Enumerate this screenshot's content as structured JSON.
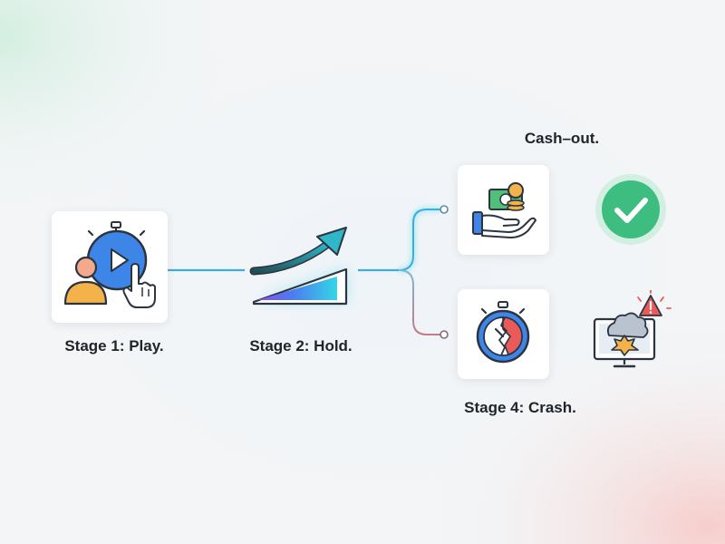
{
  "stages": {
    "play": {
      "label": "Stage 1: Play."
    },
    "hold": {
      "label": "Stage 2: Hold."
    },
    "cashout": {
      "label": "Cash–out."
    },
    "crash": {
      "label": "Stage 4: Crash."
    }
  },
  "colors": {
    "glow_cyan": "#27d3ee",
    "success_green": "#3dbd7f",
    "danger_red": "#ea5a58",
    "arrow_teal": "#2a7f88",
    "play_blue": "#3d86e8",
    "person_orange": "#f3b34a",
    "outline": "#2c3440"
  },
  "icons": {
    "play": "stopwatch-play-person-icon",
    "hold": "rising-arrow-bar-icon",
    "cashout": "hand-money-icon",
    "success": "checkmark-icon",
    "crash_timer": "broken-stopwatch-icon",
    "crash": "explosion-monitor-icon",
    "warning": "warning-icon"
  }
}
